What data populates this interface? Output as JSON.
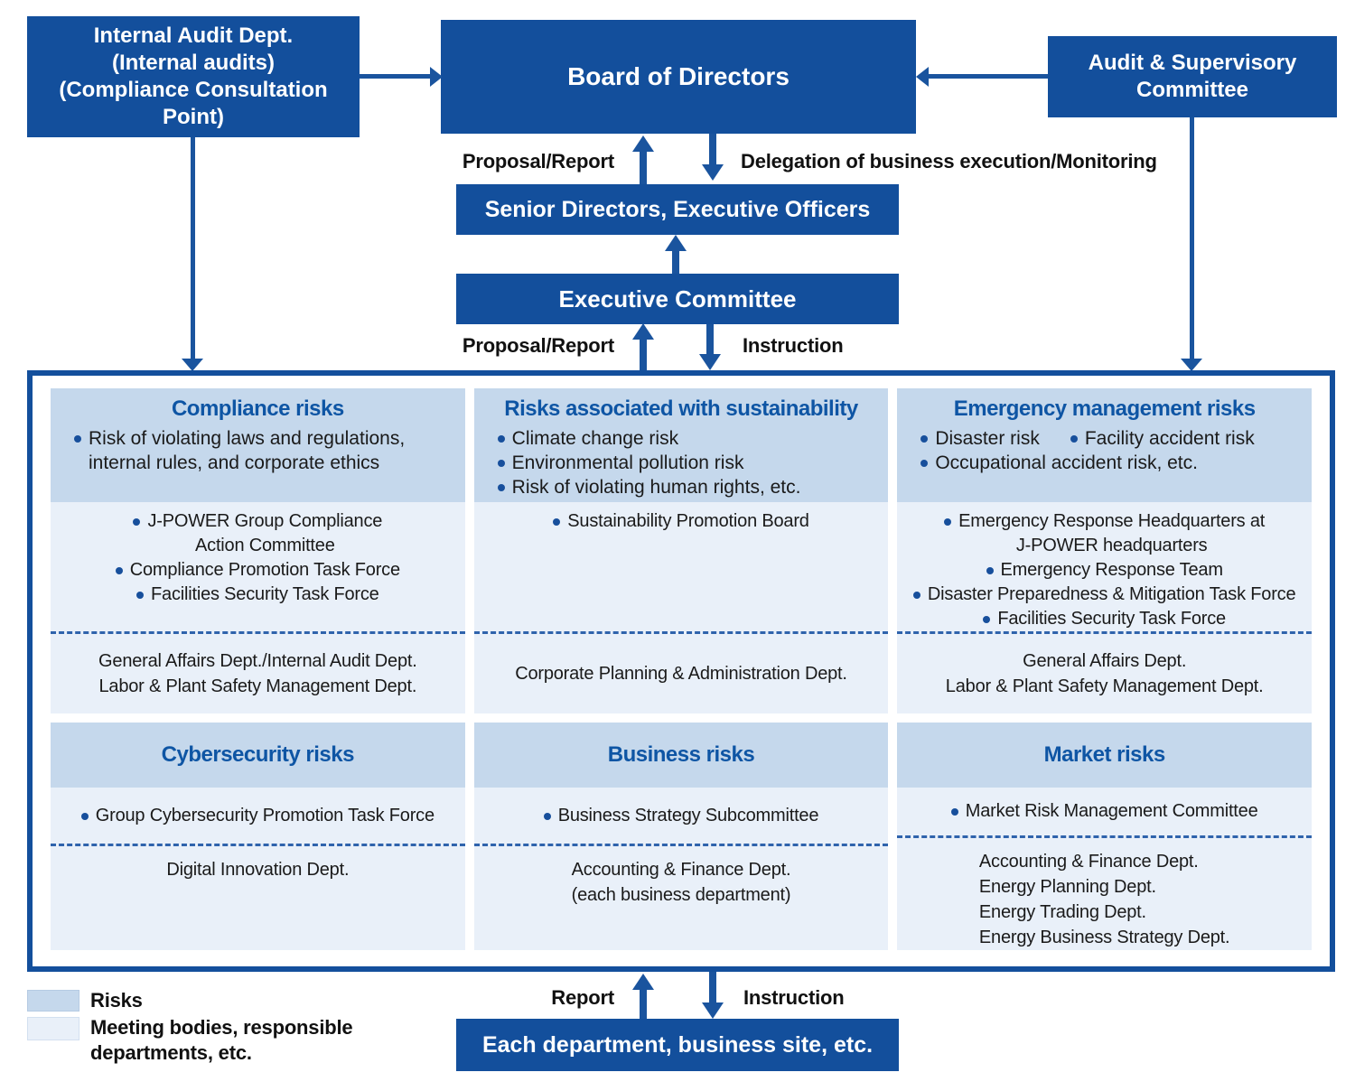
{
  "boxes": {
    "internal_audit": {
      "line1": "Internal Audit Dept.",
      "line2": "(Internal audits)",
      "line3": "(Compliance Consultation Point)"
    },
    "board": "Board of Directors",
    "audit_committee": "Audit & Supervisory Committee",
    "senior": "Senior Directors, Executive Officers",
    "executive": "Executive Committee",
    "each_dept": "Each department, business site, etc."
  },
  "labels": {
    "proposal_report_top": "Proposal/Report",
    "delegation": "Delegation of business execution/Monitoring",
    "proposal_report_mid": "Proposal/Report",
    "instruction_mid": "Instruction",
    "report_bottom": "Report",
    "instruction_bottom": "Instruction"
  },
  "sections": [
    {
      "id": "compliance",
      "title": "Compliance risks",
      "header_bullets": [
        "Risk of violating laws and regulations, internal rules, and corporate ethics"
      ],
      "meeting": [
        "J-POWER Group Compliance Action Committee",
        "Compliance Promotion Task Force",
        "Facilities Security Task Force"
      ],
      "departments": [
        "General Affairs Dept./Internal Audit Dept.",
        "Labor & Plant Safety Management Dept."
      ]
    },
    {
      "id": "sustainability",
      "title": "Risks associated with sustainability",
      "header_bullets": [
        "Climate change risk",
        "Environmental pollution risk",
        "Risk of violating human rights, etc."
      ],
      "meeting": [
        "Sustainability Promotion Board"
      ],
      "departments": [
        "Corporate Planning & Administration Dept."
      ]
    },
    {
      "id": "emergency",
      "title": "Emergency management risks",
      "header_bullets": [
        "Disaster risk",
        "Facility accident risk",
        "Occupational accident risk, etc."
      ],
      "meeting": [
        "Emergency Response Headquarters at J-POWER headquarters",
        "Emergency Response Team",
        "Disaster Preparedness & Mitigation Task Force",
        "Facilities Security Task Force"
      ],
      "departments": [
        "General Affairs Dept.",
        "Labor & Plant Safety Management Dept."
      ]
    },
    {
      "id": "cybersecurity",
      "title": "Cybersecurity risks",
      "header_bullets": [],
      "meeting": [
        "Group Cybersecurity Promotion Task Force"
      ],
      "departments": [
        "Digital Innovation Dept."
      ]
    },
    {
      "id": "business",
      "title": "Business risks",
      "header_bullets": [],
      "meeting": [
        "Business Strategy Subcommittee"
      ],
      "departments": [
        "Accounting & Finance Dept.",
        "(each business department)"
      ]
    },
    {
      "id": "market",
      "title": "Market risks",
      "header_bullets": [],
      "meeting": [
        "Market Risk Management Committee"
      ],
      "departments": [
        "Accounting & Finance Dept.",
        "Energy Planning Dept.",
        "Energy Trading Dept.",
        "Energy Business Strategy Dept."
      ]
    }
  ],
  "legend": {
    "risks_label": "Risks",
    "meeting_label": "Meeting bodies, responsible departments, etc."
  },
  "colors": {
    "box_blue": "#134f9c",
    "arrow_blue": "#1a549e",
    "risk_header_fill": "#c5d8ec",
    "body_fill": "#e9f0f9",
    "title_blue": "#0e55a4",
    "dashed_line": "#2f63ac"
  }
}
